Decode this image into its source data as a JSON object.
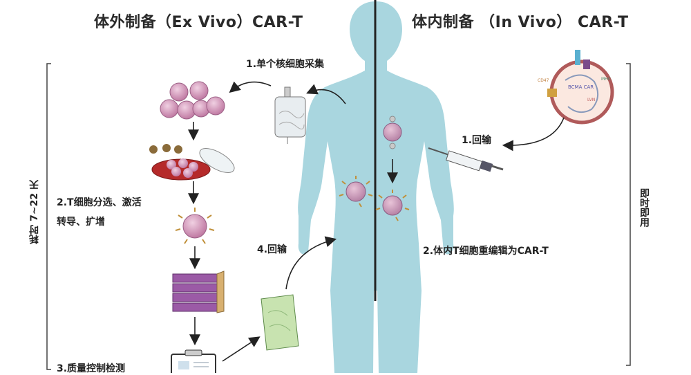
{
  "titles": {
    "ex_vivo": "体外制备（Ex Vivo）CAR-T",
    "in_vivo": "体内制备 （In Vivo） CAR-T"
  },
  "ex_vivo_steps": {
    "step1": "1.单个核细胞采集",
    "step2_line1": "2.T细胞分选、激活",
    "step2_line2": "转导、扩增",
    "step3": "3.质量控制检测",
    "step4": "4.回输"
  },
  "in_vivo_steps": {
    "step1": "1.回输",
    "step2": "2.体内T细胞重编辑为CAR-T"
  },
  "durations": {
    "ex_vivo": "耗时 7~22 天",
    "in_vivo": "即时即用"
  },
  "vector_labels": {
    "cd47": "CD47",
    "bcma_car": "BCMA CAR",
    "mhc": "MHC",
    "lvn": "LVN"
  },
  "colors": {
    "body": "#a9d6df",
    "cell_pink": "#d9a3c4",
    "bag_green": "#c8e3b0",
    "stack_purple": "#9b5aa6",
    "vector_ring": "#b05a5a"
  }
}
